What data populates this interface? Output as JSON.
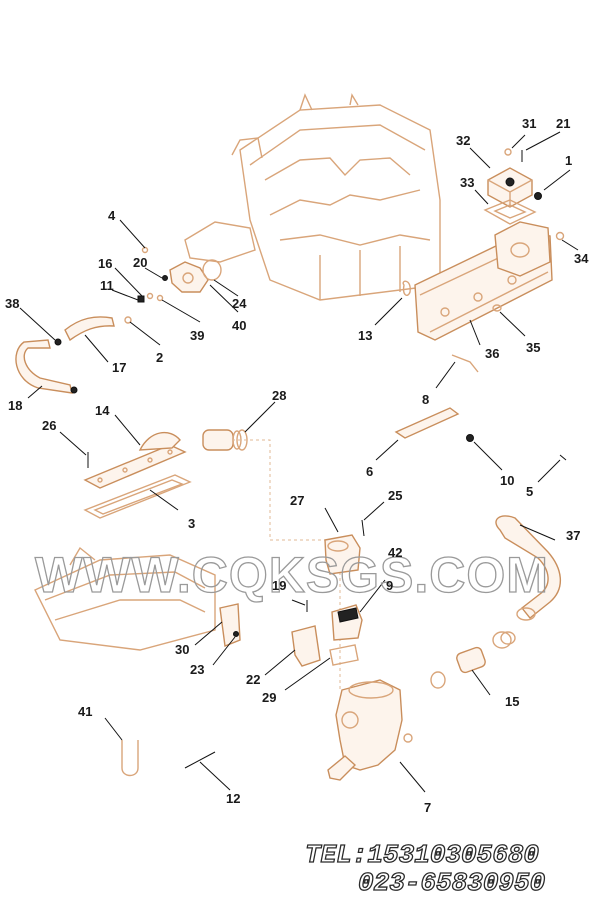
{
  "diagram": {
    "callouts": [
      {
        "id": "c1",
        "text": "1"
      },
      {
        "id": "c2",
        "text": "2"
      },
      {
        "id": "c3",
        "text": "3"
      },
      {
        "id": "c4",
        "text": "4"
      },
      {
        "id": "c5",
        "text": "5"
      },
      {
        "id": "c6",
        "text": "6"
      },
      {
        "id": "c7",
        "text": "7"
      },
      {
        "id": "c8",
        "text": "8"
      },
      {
        "id": "c9",
        "text": "9"
      },
      {
        "id": "c10",
        "text": "10"
      },
      {
        "id": "c11",
        "text": "11"
      },
      {
        "id": "c12",
        "text": "12"
      },
      {
        "id": "c13",
        "text": "13"
      },
      {
        "id": "c14",
        "text": "14"
      },
      {
        "id": "c15",
        "text": "15"
      },
      {
        "id": "c16",
        "text": "16"
      },
      {
        "id": "c17",
        "text": "17"
      },
      {
        "id": "c18",
        "text": "18"
      },
      {
        "id": "c19",
        "text": "19"
      },
      {
        "id": "c20",
        "text": "20"
      },
      {
        "id": "c21",
        "text": "21"
      },
      {
        "id": "c22",
        "text": "22"
      },
      {
        "id": "c23",
        "text": "23"
      },
      {
        "id": "c24",
        "text": "24"
      },
      {
        "id": "c25",
        "text": "25"
      },
      {
        "id": "c26",
        "text": "26"
      },
      {
        "id": "c27",
        "text": "27"
      },
      {
        "id": "c28",
        "text": "28"
      },
      {
        "id": "c29",
        "text": "29"
      },
      {
        "id": "c30",
        "text": "30"
      },
      {
        "id": "c31",
        "text": "31"
      },
      {
        "id": "c32",
        "text": "32"
      },
      {
        "id": "c33",
        "text": "33"
      },
      {
        "id": "c34",
        "text": "34"
      },
      {
        "id": "c35",
        "text": "35"
      },
      {
        "id": "c36",
        "text": "36"
      },
      {
        "id": "c37",
        "text": "37"
      },
      {
        "id": "c38",
        "text": "38"
      },
      {
        "id": "c39",
        "text": "39"
      },
      {
        "id": "c40",
        "text": "40"
      },
      {
        "id": "c41",
        "text": "41"
      },
      {
        "id": "c42",
        "text": "42"
      }
    ]
  },
  "watermark": "WWW.CQKSGS.COM",
  "contact": {
    "tel": "TEL:15310305680",
    "phone": "023-65830950"
  },
  "colors": {
    "line_art": "#d9a57a",
    "callout_text": "#1a1a1a",
    "watermark": "#9a9a9a"
  }
}
